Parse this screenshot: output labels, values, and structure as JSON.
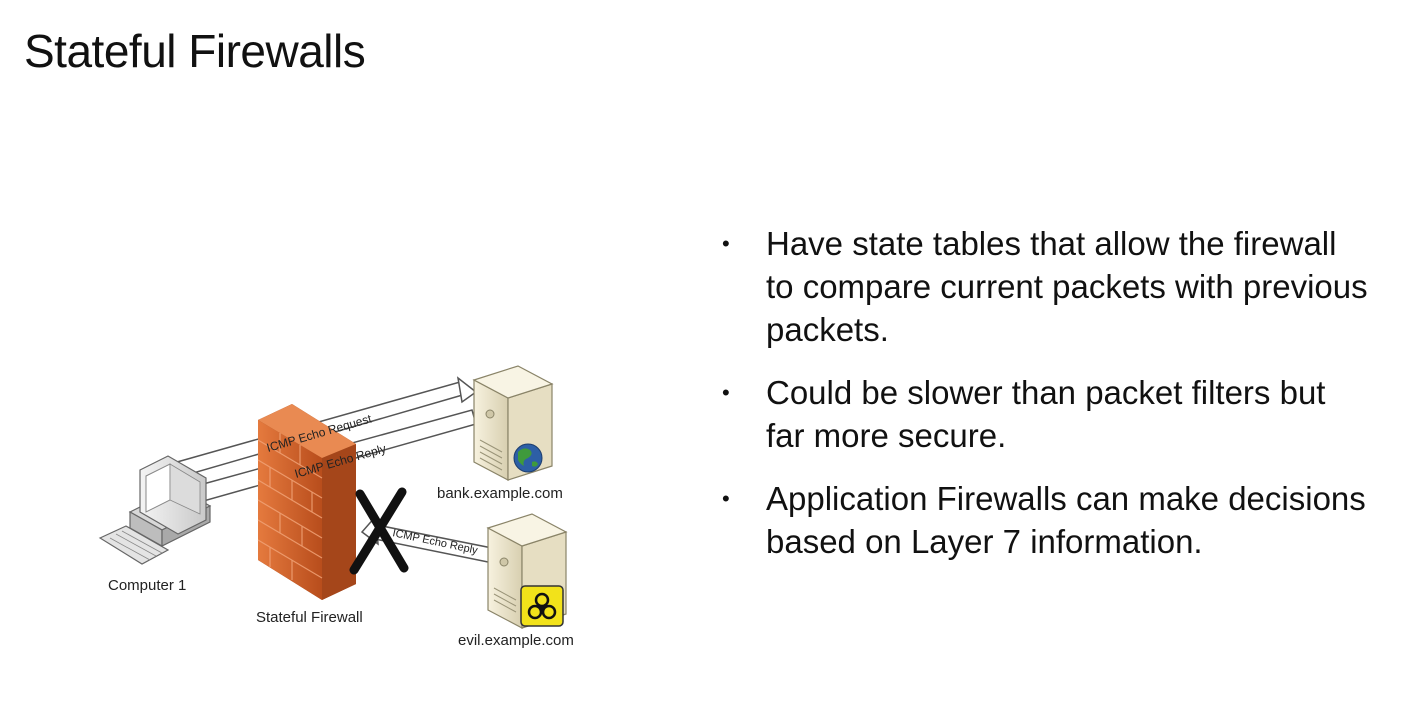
{
  "slide": {
    "title": "Stateful Firewalls"
  },
  "bullets": [
    "Have state tables that allow the firewall to compare current packets with previous packets.",
    "Could be slower than packet filters but far more secure.",
    "Application Firewalls can make decisions based on Layer 7 information."
  ],
  "diagram": {
    "computer_label": "Computer 1",
    "firewall_label": "Stateful Firewall",
    "bank_label": "bank.example.com",
    "evil_label": "evil.example.com",
    "request_label": "ICMP Echo Request",
    "reply_label": "ICMP Echo Reply",
    "blocked_reply_label": "ICMP Echo Reply",
    "blocked_mark": "X"
  },
  "colors": {
    "firewall_brick": "#d2622b",
    "server_body": "#efe8cf",
    "hazard_badge": "#f2e21a",
    "globe": "#2d5fa6"
  },
  "icons": [
    "computer-icon",
    "firewall-icon",
    "server-icon",
    "globe-icon",
    "biohazard-icon",
    "block-x-icon"
  ]
}
